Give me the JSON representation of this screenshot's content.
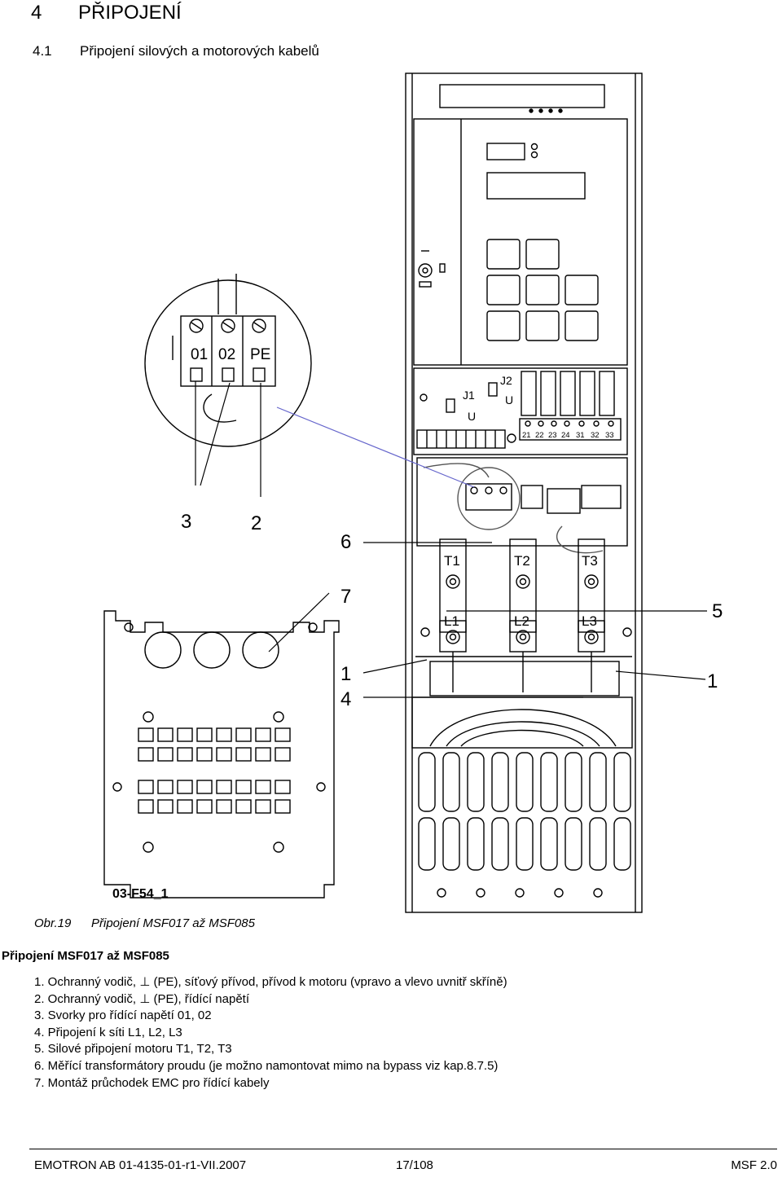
{
  "heading": {
    "number": "4",
    "title": "PŘIPOJENÍ"
  },
  "subheading": {
    "number": "4.1",
    "title": "Připojení silových a motorových kabelů"
  },
  "figure": {
    "id_label": "03-F54_1",
    "callouts": [
      "3",
      "2",
      "6",
      "7",
      "5",
      "1",
      "4",
      "1"
    ],
    "inset_terminals": [
      "01",
      "02",
      "PE"
    ],
    "jumper_labels": [
      "J1",
      "J2",
      "U",
      "U"
    ],
    "control_terminals": [
      "21",
      "22",
      "23",
      "24",
      "31",
      "32",
      "33"
    ],
    "motor_terminals": [
      "T1",
      "T2",
      "T3"
    ],
    "mains_terminals": [
      "L1",
      "L2",
      "L3"
    ]
  },
  "caption": {
    "label": "Obr.19",
    "text": "Připojení MSF017 až MSF085"
  },
  "section_title": "Připojení MSF017 až MSF085",
  "legend": [
    "1. Ochranný vodič, ⊥ (PE), síťový přívod, přívod k motoru (vpravo a vlevo uvnitř skříně)",
    "2. Ochranný vodič, ⊥ (PE), řídící napětí",
    "3. Svorky pro řídící napětí 01, 02",
    "4. Připojení k síti L1, L2, L3",
    "5. Silové připojení motoru T1, T2, T3",
    "6. Měřící transformátory proudu (je možno namontovat mimo na bypass viz kap.8.7.5)",
    "7. Montáž průchodek EMC pro řídící kabely"
  ],
  "footer": {
    "left": "EMOTRON AB 01-4135-01-r1-VII.2007",
    "center": "17/108",
    "right": "MSF 2.0"
  }
}
